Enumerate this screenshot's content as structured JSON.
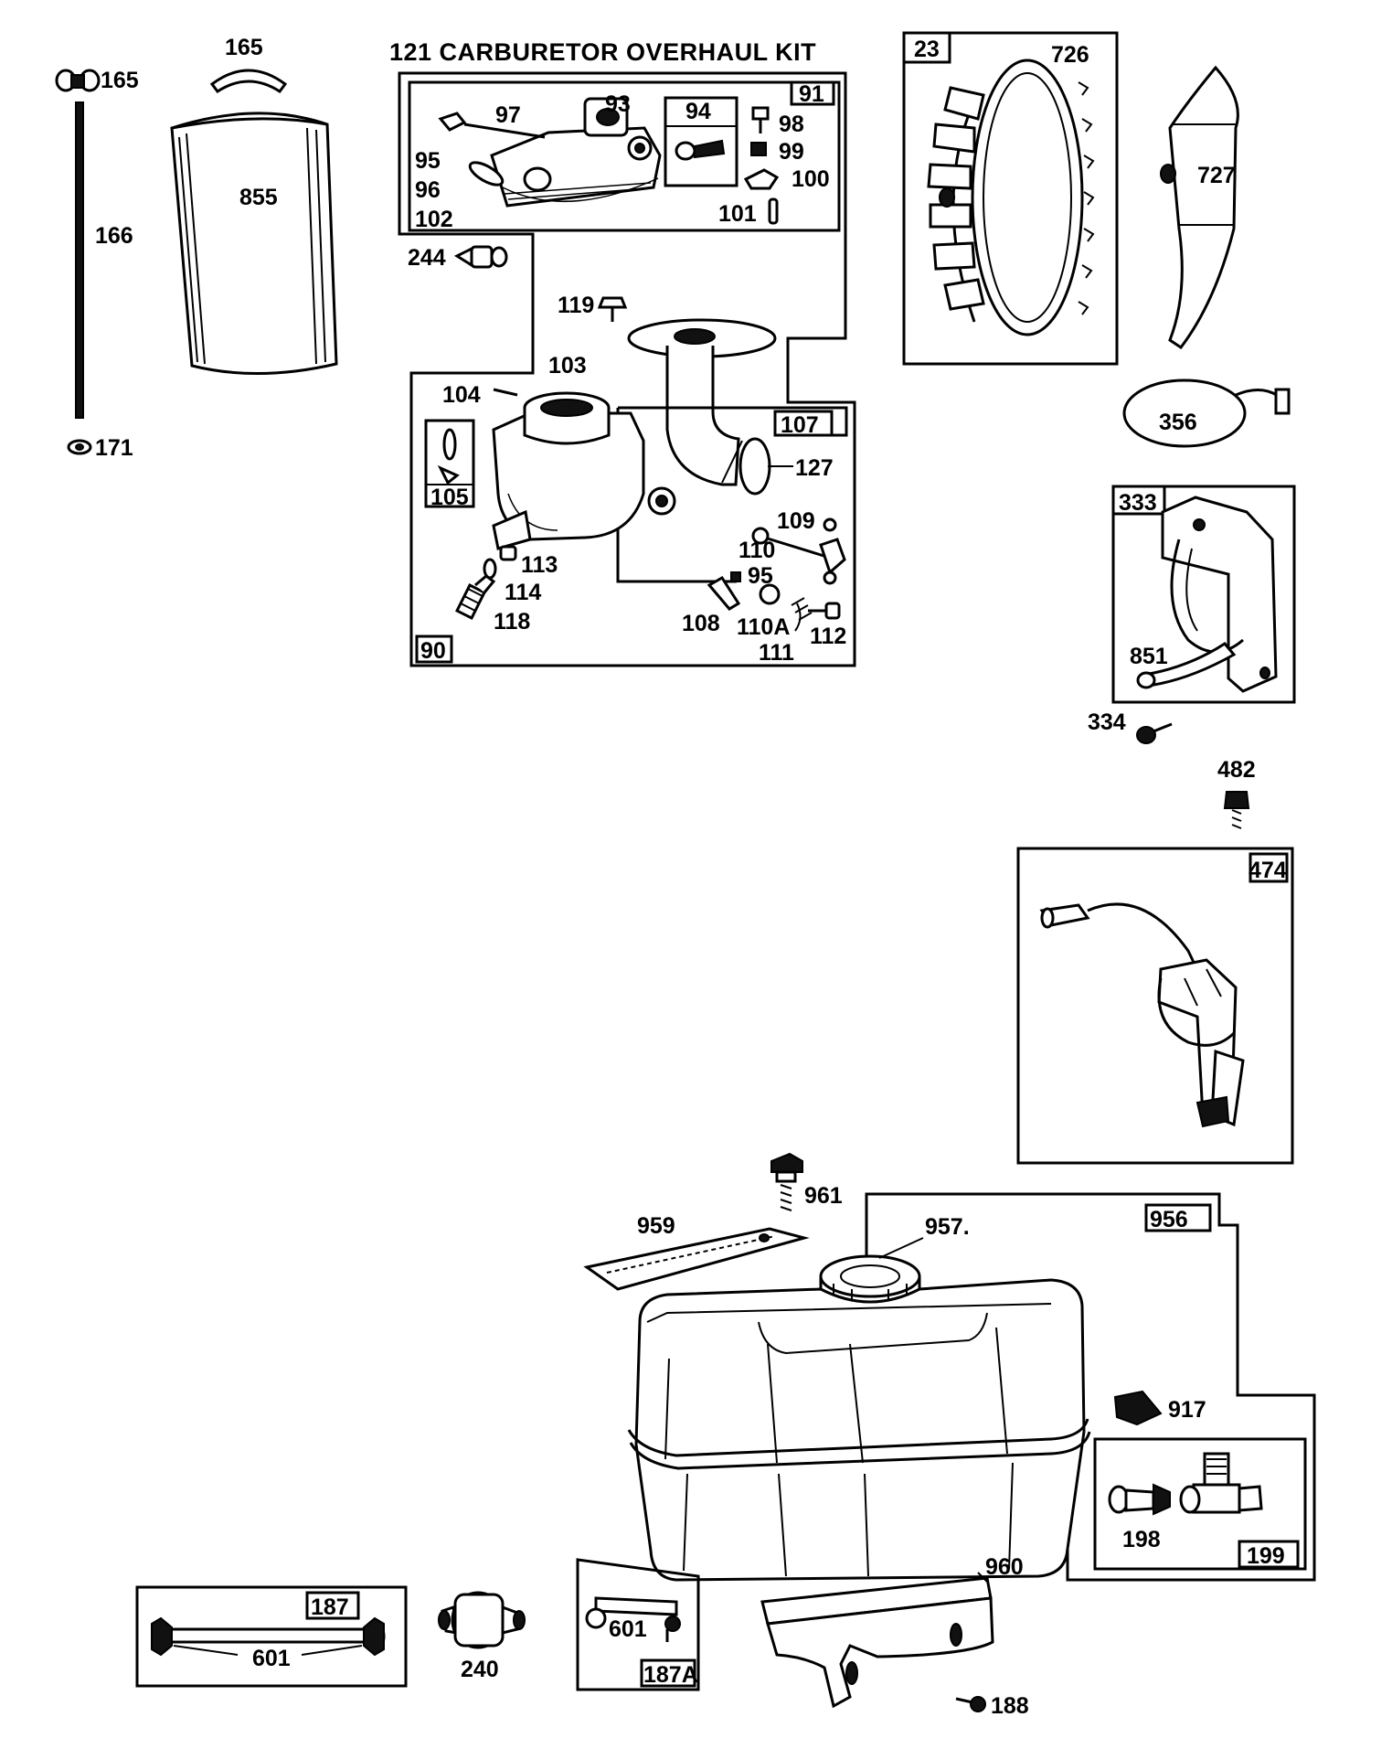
{
  "kit_title": "121 CARBURETOR OVERHAUL KIT",
  "labels": {
    "p165a": "165",
    "p165b": "165",
    "p166": "166",
    "p171": "171",
    "p855": "855",
    "p91": "91",
    "p93": "93",
    "p94": "94",
    "p95a": "95",
    "p96": "96",
    "p97": "97",
    "p98": "98",
    "p99": "99",
    "p100": "100",
    "p101": "101",
    "p102": "102",
    "p244": "244",
    "p119": "119",
    "p103": "103",
    "p104": "104",
    "p105": "105",
    "p107": "107",
    "p127": "127",
    "p109": "109",
    "p110": "110",
    "p95b": "95",
    "p113": "113",
    "p114": "114",
    "p118": "118",
    "p108": "108",
    "p110a": "110A",
    "p111": "111",
    "p112": "112",
    "p90": "90",
    "p23": "23",
    "p726": "726",
    "p727": "727",
    "p356": "356",
    "p333": "333",
    "p851": "851",
    "p334": "334",
    "p482": "482",
    "p474": "474",
    "p961": "961",
    "p959": "959",
    "p957": "957.",
    "p956": "956",
    "p917": "917",
    "p198": "198",
    "p199": "199",
    "p960": "960",
    "p188": "188",
    "p187": "187",
    "p601a": "601",
    "p240": "240",
    "p601b": "601",
    "p187a": "187A"
  },
  "colors": {
    "line": "#000000",
    "background": "#ffffff"
  }
}
